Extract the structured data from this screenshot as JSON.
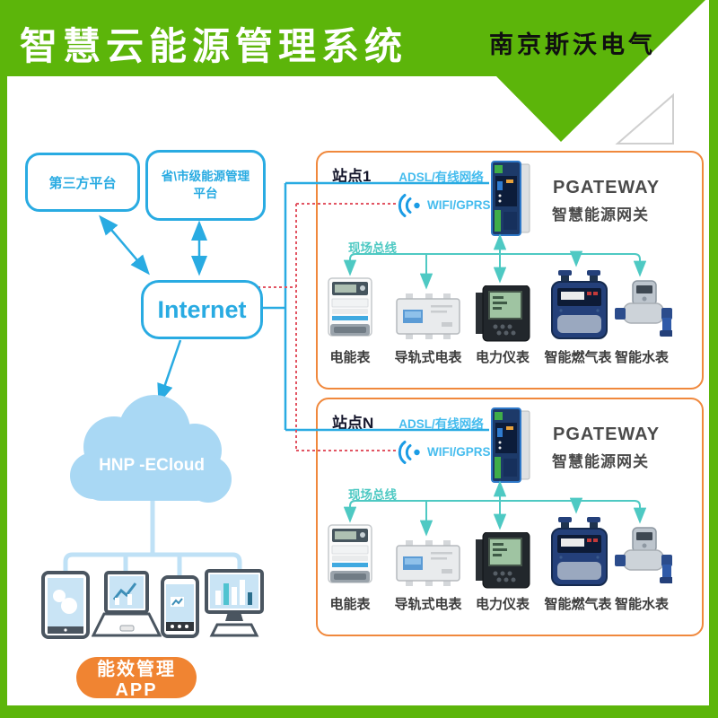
{
  "header": {
    "title": "智慧云能源管理系统",
    "company": "南京斯沃电气"
  },
  "platforms": {
    "third_party": "第三方平台",
    "gov_line1": "省\\市级能源管理",
    "gov_line2": "平台",
    "internet": "Internet"
  },
  "cloud": {
    "name": "HNP -ECloud"
  },
  "app": {
    "button_label": "能效管理APP"
  },
  "stations": [
    {
      "label": "站点1"
    },
    {
      "label": "站点N"
    }
  ],
  "station_shared": {
    "adsl": "ADSL/有线网络",
    "wifi": "WIFI/GPRS",
    "bus": "现场总线",
    "gateway_name": "PGATEWAY",
    "gateway_sub": "智慧能源网关",
    "devices": [
      "电能表",
      "导轨式电表",
      "电力仪表",
      "智能燃气表",
      "智能水表"
    ]
  },
  "icons": {
    "wifi": "wifi-signal-icon",
    "gateway": "gateway-device-icon",
    "cloud": "cloud-shape-icon",
    "devices": [
      "energy-meter-icon",
      "din-rail-meter-icon",
      "power-meter-icon",
      "gas-meter-icon",
      "water-meter-icon"
    ],
    "terminals": [
      "tablet-icon",
      "laptop-icon",
      "phone-icon",
      "monitor-icon"
    ]
  },
  "colors": {
    "brand_green": "#5CB50A",
    "station_orange": "#F0883C",
    "flow_blue": "#29ABE2",
    "net_label_blue": "#45BCEE",
    "bus_teal": "#4EC9C3",
    "wireless_red": "#E25563",
    "cloud_fill": "#A9D8F4",
    "app_orange": "#F08432"
  }
}
